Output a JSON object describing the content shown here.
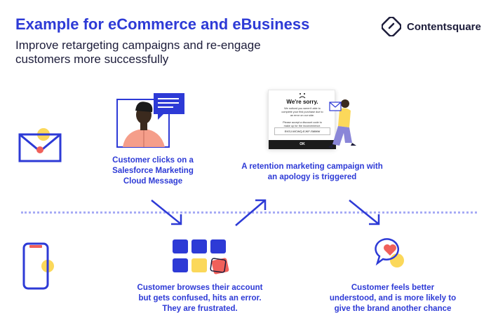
{
  "header": {
    "title": "Example for eCommerce and eBusiness",
    "subtitle": "Improve retargeting campaigns and re-engage customers more successfully"
  },
  "brand": {
    "name": "Contentsquare",
    "icon": "contentsquare-logo-icon"
  },
  "steps": [
    {
      "caption": "Customer clicks on a\nSalesforce Marketing\nCloud Message",
      "icon": "person-with-message-icon"
    },
    {
      "caption": "Customer browses their account\nbut gets confused, hits an error.\nThey are frustrated.",
      "icon": "app-grid-icon"
    },
    {
      "caption": "A retention marketing campaign with\nan apology is triggered",
      "icon": "apology-popup-icon"
    },
    {
      "caption": "Customer feels better\nunderstood, and is more likely to\ngive the brand another chance",
      "icon": "heart-chat-icon"
    }
  ],
  "popup": {
    "title": "We're sorry.",
    "body": "We noticed you weren't able to\ncomplete your first purchase due to\nan error on our side.\n\nPlease accept a discount code to\nmake up for the inconvenience.",
    "code": "EKSJ-WCWQ-EJKF-SMMW",
    "button": "OK"
  },
  "colors": {
    "accent": "#2d3ad6",
    "yellow": "#fbd85a",
    "coral": "#f0605a",
    "skin": "#f59e8a",
    "dark": "#1c1c3a"
  },
  "side_icons": [
    "envelope-icon",
    "smartphone-icon"
  ]
}
